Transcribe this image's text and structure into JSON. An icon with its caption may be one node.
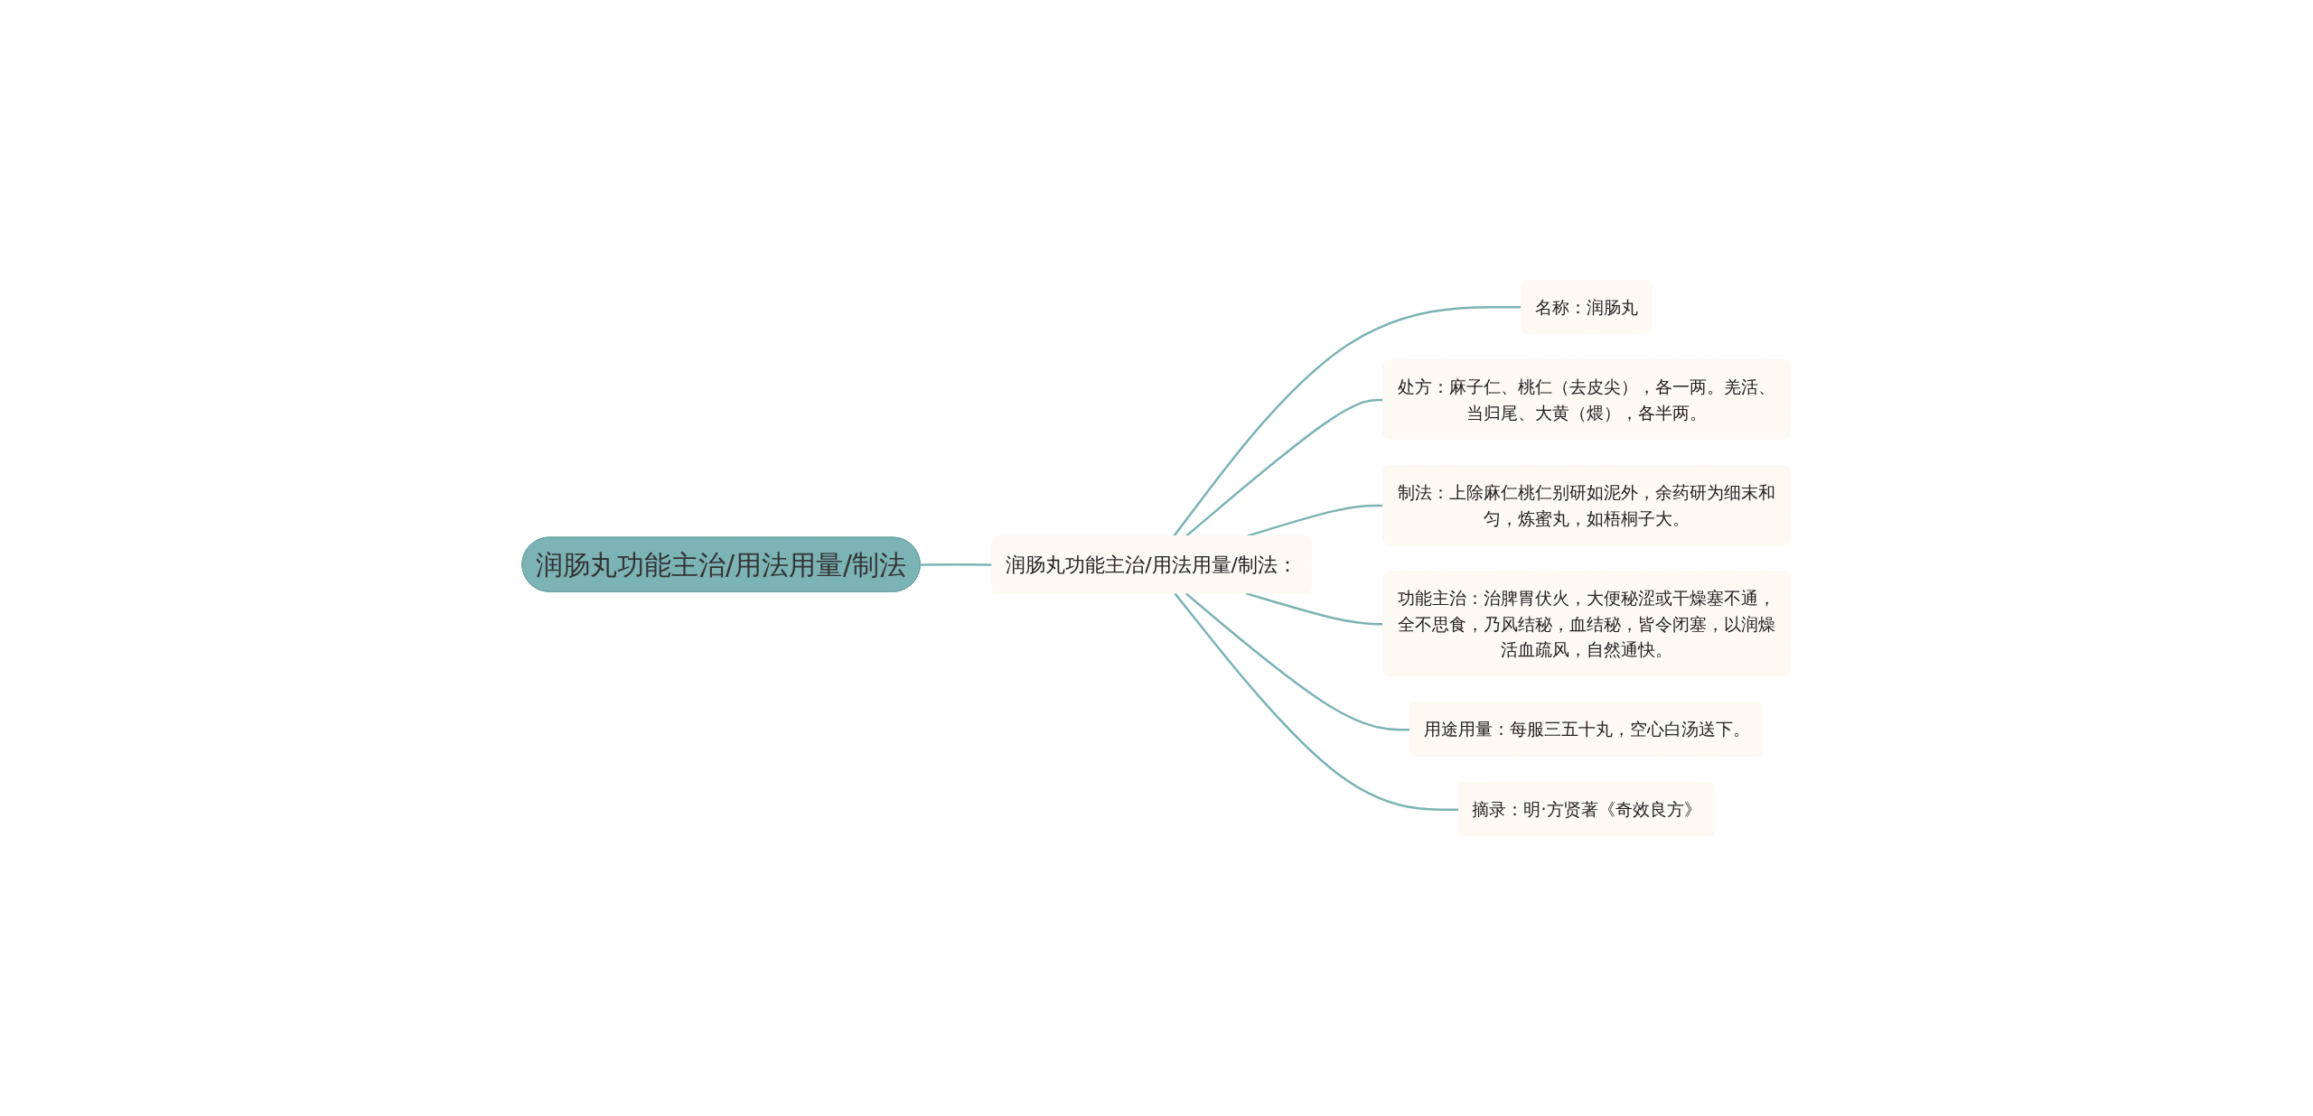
{
  "diagram": {
    "nodes": [
      {
        "text": [
          "润肠丸功能主治/用法用量/制法"
        ]
      },
      {
        "text": [
          "润肠丸功能主治/用法用量/制法："
        ]
      },
      {
        "text": [
          "名称：润肠丸"
        ]
      },
      {
        "text": [
          "处方：麻子仁、桃仁（去皮尖），各一两。羌活、当归尾、大黄（煨），各半两。"
        ]
      },
      {
        "text": [
          "制法：上除麻仁桃仁别研如泥外，余药研为细末和匀，炼蜜丸，如梧桐子大。"
        ]
      },
      {
        "text": [
          "功能主治：治脾胃伏火，大便秘涩或干燥塞不通，全不思食，乃风结秘，血结秘，皆令闭塞，以润燥活血疏风，自然通快。"
        ]
      },
      {
        "text": [
          "用途用量：每服三五十丸，空心白汤送下。"
        ]
      },
      {
        "text": [
          "摘录：明·方贤著《奇效良方》"
        ]
      }
    ],
    "edges": [
      {
        "from": 0,
        "to": 1,
        "arrow": "none"
      },
      {
        "from": 1,
        "to": 2,
        "arrow": "none"
      },
      {
        "from": 1,
        "to": 3,
        "arrow": "none"
      },
      {
        "from": 1,
        "to": 4,
        "arrow": "none"
      },
      {
        "from": 1,
        "to": 5,
        "arrow": "none"
      },
      {
        "from": 1,
        "to": 6,
        "arrow": "none"
      },
      {
        "from": 1,
        "to": 7,
        "arrow": "none"
      }
    ]
  }
}
